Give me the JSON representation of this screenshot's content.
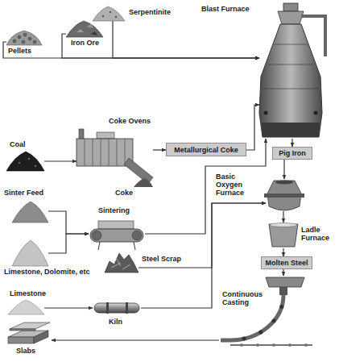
{
  "diagram": {
    "nodes": [
      {
        "text": [
          "Pellets"
        ]
      },
      {
        "text": [
          "Iron Ore"
        ]
      },
      {
        "text": [
          "Serpentinite"
        ]
      },
      {
        "text": [
          "Blast Furnace"
        ]
      },
      {
        "text": [
          "Coal"
        ]
      },
      {
        "text": [
          "Coke Ovens",
          "Coke"
        ]
      },
      {
        "text": [
          "Metallurgical Coke"
        ]
      },
      {
        "text": [
          "Sinter Feed"
        ]
      },
      {
        "text": [
          "Limestone, Dolomite, etc"
        ]
      },
      {
        "text": [
          "Sintering"
        ]
      },
      {
        "text": [
          "Pig Iron"
        ]
      },
      {
        "text": [
          "Basic Oxygen Furnace"
        ]
      },
      {
        "text": [
          "Ladle Furnace"
        ]
      },
      {
        "text": [
          "Steel Scrap"
        ]
      },
      {
        "text": [
          "Limestone"
        ]
      },
      {
        "text": [
          "Kiln"
        ]
      },
      {
        "text": [
          "Molten Steel"
        ]
      },
      {
        "text": [
          "Continuous Casting"
        ]
      },
      {
        "text": [
          "Slabs"
        ]
      }
    ],
    "edges": [
      {
        "from": 0,
        "to": 3,
        "arrow": "to"
      },
      {
        "from": 1,
        "to": 3,
        "arrow": "to"
      },
      {
        "from": 2,
        "to": 3,
        "arrow": "to"
      },
      {
        "from": 4,
        "to": 5,
        "arrow": "to"
      },
      {
        "from": 5,
        "to": 6,
        "arrow": "to"
      },
      {
        "from": 6,
        "to": 3,
        "arrow": "to"
      },
      {
        "from": 7,
        "to": 9,
        "arrow": "to"
      },
      {
        "from": 8,
        "to": 9,
        "arrow": "to"
      },
      {
        "from": 9,
        "to": 3,
        "arrow": "to"
      },
      {
        "from": 3,
        "to": 10,
        "arrow": "to"
      },
      {
        "from": 10,
        "to": 11,
        "arrow": "to"
      },
      {
        "from": 13,
        "to": 11,
        "arrow": "to"
      },
      {
        "from": 14,
        "to": 15,
        "arrow": "to"
      },
      {
        "from": 15,
        "to": 11,
        "arrow": "to"
      },
      {
        "from": 11,
        "to": 12,
        "arrow": "to"
      },
      {
        "from": 12,
        "to": 16,
        "arrow": "to"
      },
      {
        "from": 16,
        "to": 17,
        "arrow": "to"
      },
      {
        "from": 17,
        "to": 18,
        "arrow": "to"
      }
    ]
  }
}
